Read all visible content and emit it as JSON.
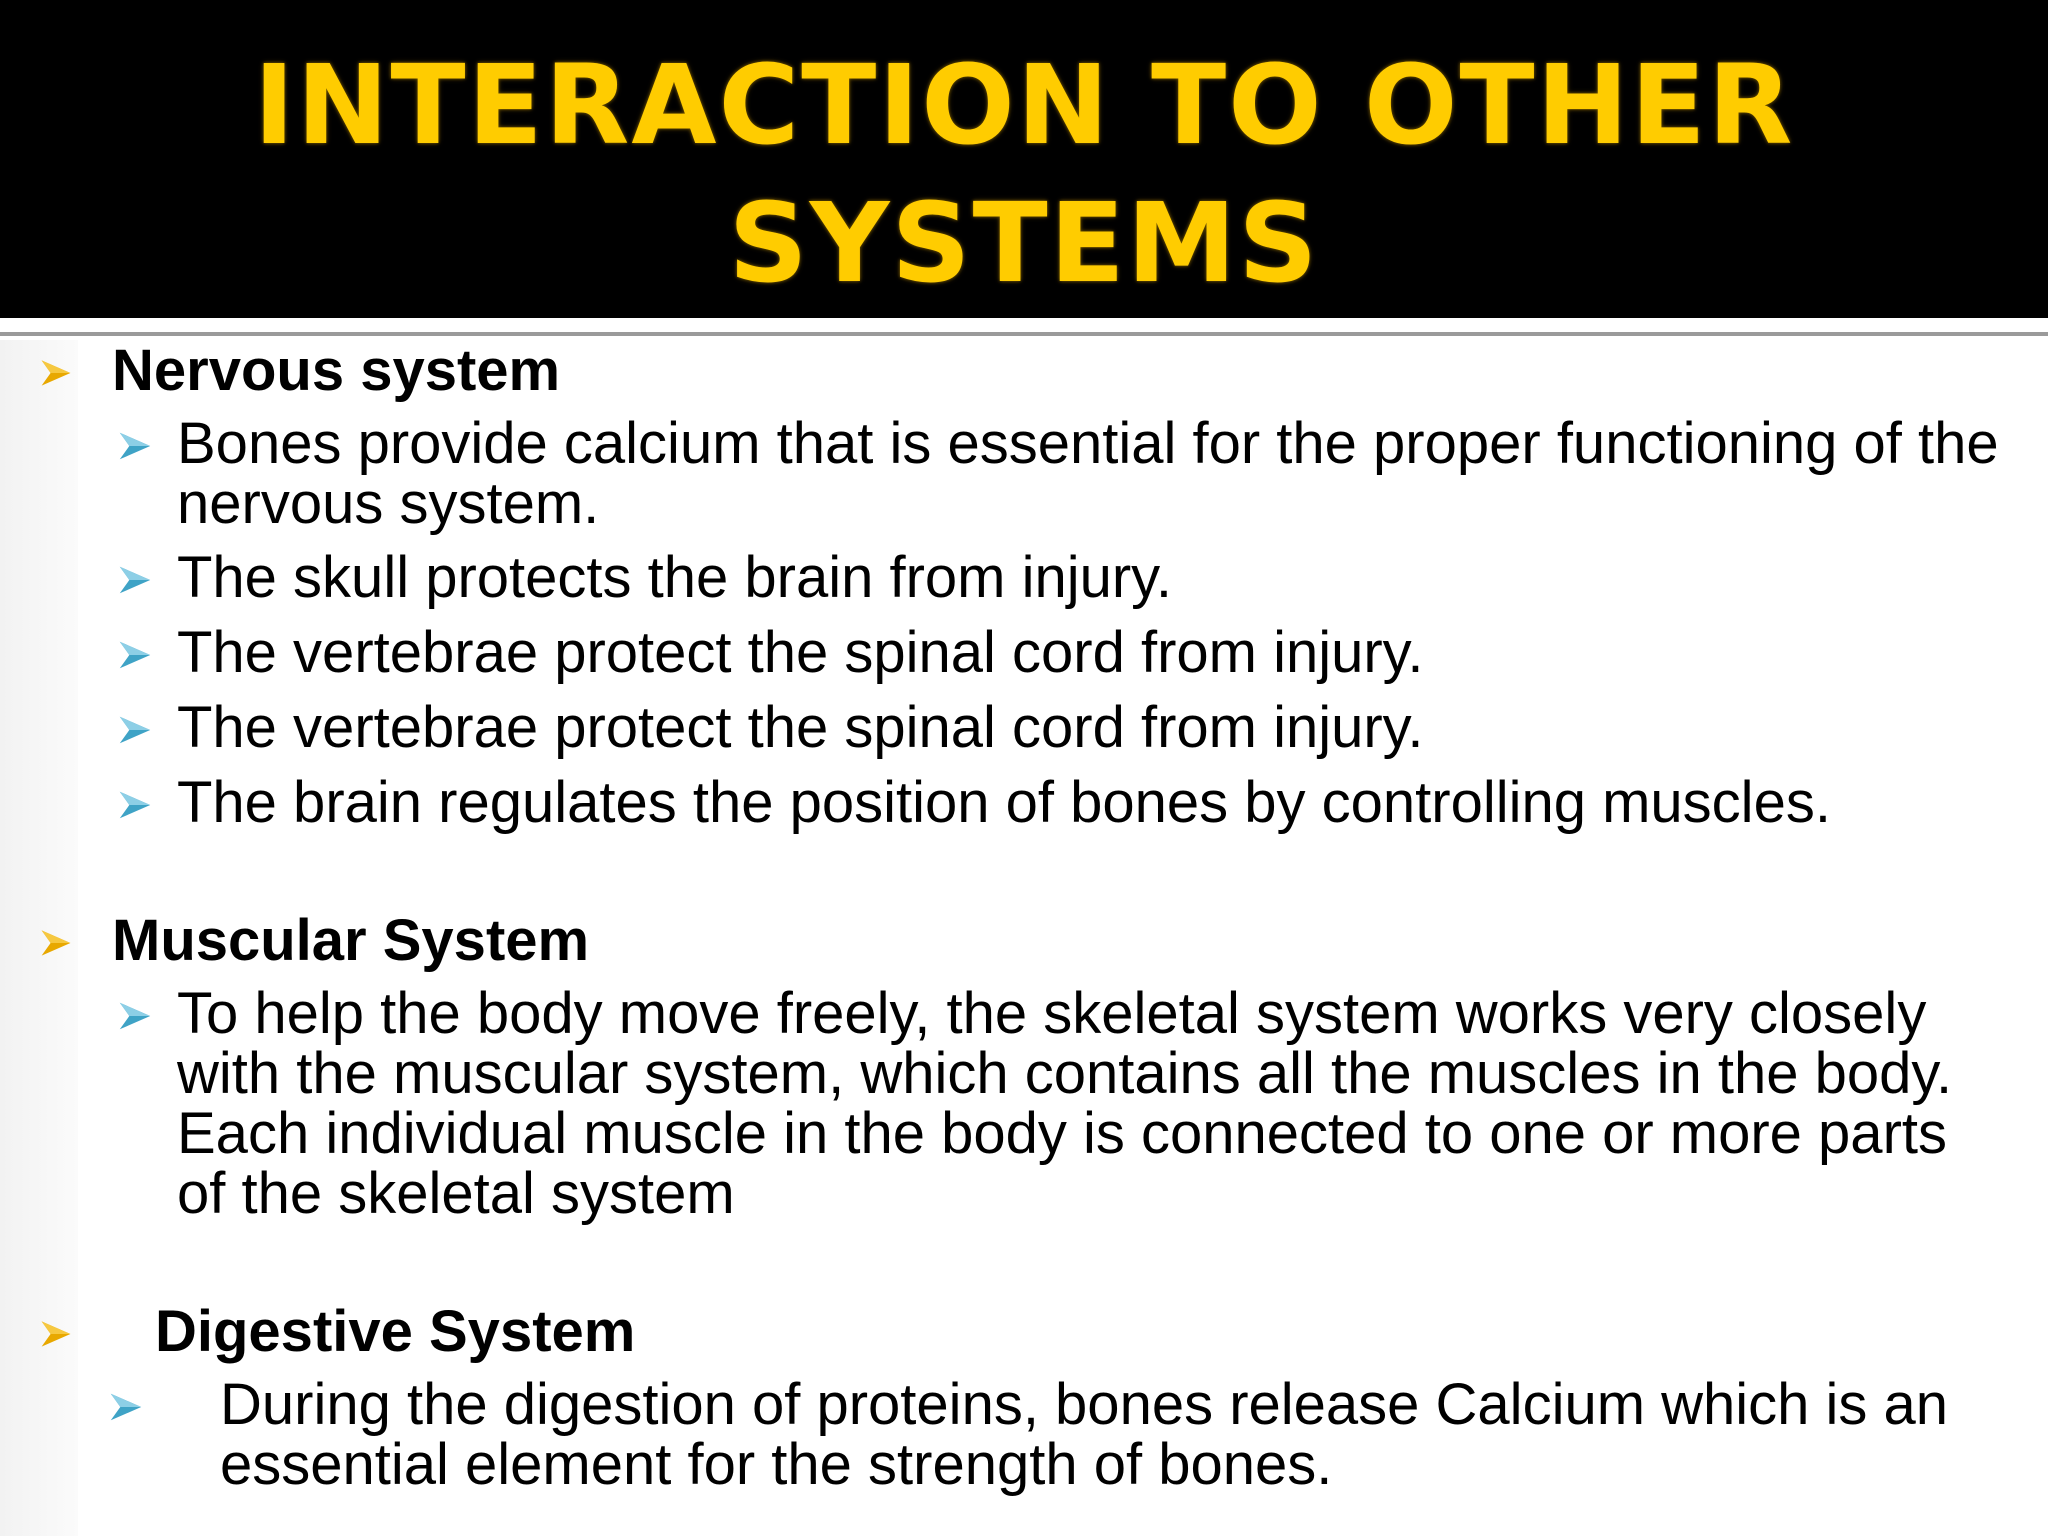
{
  "slide": {
    "title_line1": "INTERACTION TO OTHER",
    "title_line2": "SYSTEMS",
    "colors": {
      "title_background": "#000000",
      "title_text": "#FFCC00",
      "level1_bullet": "#E8A800",
      "level2_bullet": "#3FA3C6",
      "body_text": "#000000"
    },
    "icons": {
      "level1_bullet": "arrowhead-bullet-icon",
      "level2_bullet": "arrowhead-bullet-icon"
    }
  },
  "sections": [
    {
      "heading": "Nervous system",
      "items": [
        "Bones provide calcium that is essential for the proper functioning of the nervous system.",
        "The skull protects the brain from injury.",
        "The vertebrae protect the spinal cord from injury.",
        "The vertebrae protect the spinal cord from injury.",
        "The brain regulates the position of bones by controlling muscles."
      ]
    },
    {
      "heading": "Muscular System",
      "items": [
        "To help the body move freely, the skeletal system works very closely with the muscular system, which contains all the muscles in the body. Each individual muscle in the body is connected to one or more parts of the skeletal system"
      ]
    },
    {
      "heading": "Digestive System",
      "items": [
        "During the digestion of proteins, bones release Calcium which is an essential element for the strength of bones."
      ]
    }
  ]
}
